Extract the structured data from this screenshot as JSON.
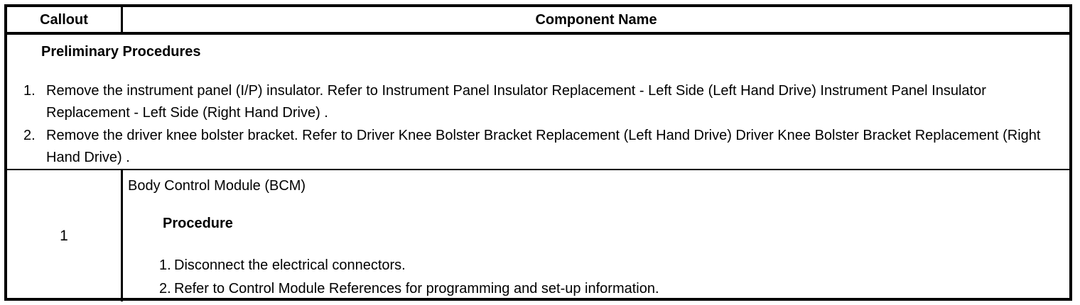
{
  "table": {
    "colors": {
      "border": "#000000",
      "text": "#000000",
      "background": "#ffffff"
    },
    "header": {
      "callout": "Callout",
      "component_name": "Component Name"
    },
    "preliminary": {
      "title": "Preliminary Procedures",
      "steps": [
        {
          "num": "1.",
          "text": "Remove the instrument panel (I/P) insulator. Refer to Instrument Panel Insulator Replacement - Left Side (Left Hand Drive) Instrument Panel Insulator Replacement - Left Side (Right Hand Drive) ."
        },
        {
          "num": "2.",
          "text": "Remove the driver knee bolster bracket. Refer to Driver Knee Bolster Bracket Replacement (Left Hand Drive) Driver Knee Bolster Bracket Replacement (Right Hand Drive) ."
        }
      ]
    },
    "rows": [
      {
        "callout": "1",
        "component_name": "Body Control Module (BCM)",
        "procedure_label": "Procedure",
        "steps": [
          {
            "num": "1.",
            "text": "Disconnect the electrical connectors."
          },
          {
            "num": "2.",
            "text": "Refer to Control Module References for programming and set-up information."
          }
        ]
      }
    ]
  }
}
